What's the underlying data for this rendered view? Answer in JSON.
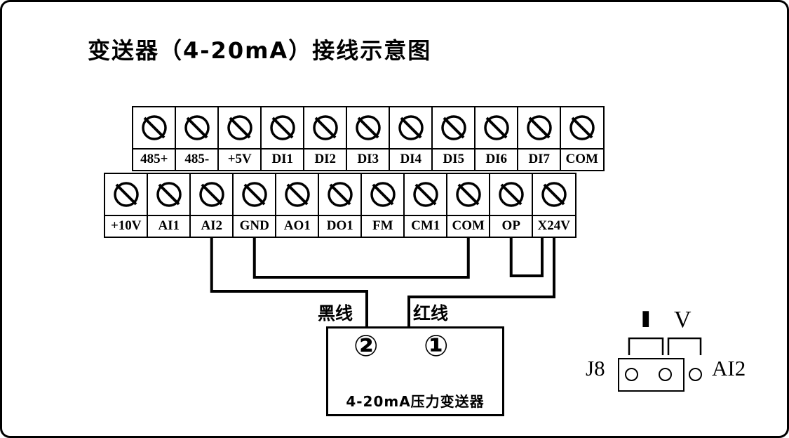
{
  "title": "变送器（4-20mA）接线示意图",
  "top_strip": {
    "terminals": [
      "485+",
      "485-",
      "+5V",
      "DI1",
      "DI2",
      "DI3",
      "DI4",
      "DI5",
      "DI6",
      "DI7",
      "COM"
    ]
  },
  "bottom_strip": {
    "terminals": [
      "+10V",
      "AI1",
      "AI2",
      "GND",
      "AO1",
      "DO1",
      "FM",
      "CM1",
      "COM",
      "OP",
      "X24V"
    ]
  },
  "wire_labels": {
    "black": "黑线",
    "red": "红线"
  },
  "transmitter": {
    "terminal_2": "②",
    "terminal_1": "①",
    "label": "4-20mA压力变送器"
  },
  "jumper_block": {
    "name": "J8",
    "current_mode": "I",
    "voltage_mode": "V",
    "channel": "AI2"
  },
  "colors": {
    "line": "#000000",
    "background": "#ffffff"
  }
}
